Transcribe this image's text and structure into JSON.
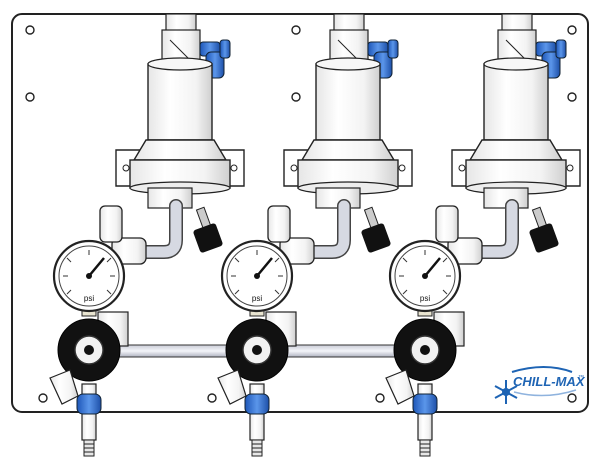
{
  "brand": {
    "name": "CHILL-MAX",
    "trademark": "™"
  },
  "gauges": [
    {
      "unit": "psi"
    },
    {
      "unit": "psi"
    },
    {
      "unit": "psi"
    }
  ],
  "colors": {
    "panel": "#ffffff",
    "outline": "#222222",
    "metal_light": "#f2f2f2",
    "metal_shade": "#bfc3c8",
    "blue_fitting": "#2f6fd0",
    "black_knob": "#111111",
    "brand_blue": "#1e64b4"
  },
  "icons": [
    "regulator-icon",
    "gauge-icon",
    "valve-icon",
    "snowflake-icon"
  ]
}
